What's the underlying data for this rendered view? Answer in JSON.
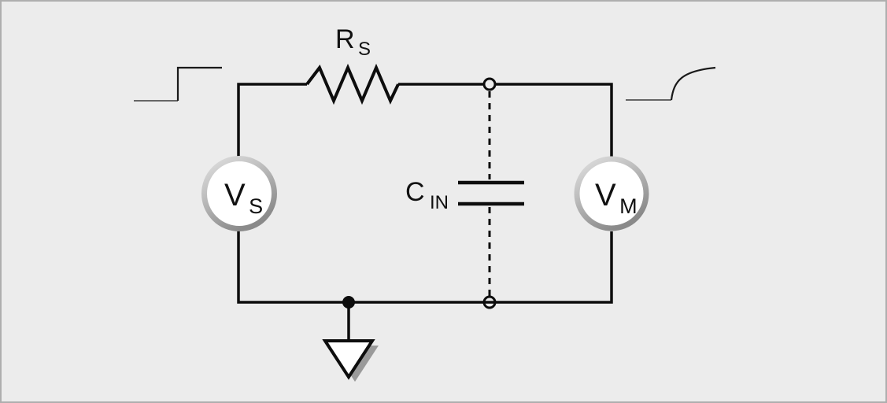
{
  "figure": {
    "type": "circuit-diagram",
    "description_labels": {
      "resistor": {
        "main": "R",
        "sub": "S"
      },
      "capacitor": {
        "main": "C",
        "sub": "IN"
      },
      "source": {
        "main": "V",
        "sub": "S"
      },
      "meter": {
        "main": "V",
        "sub": "M"
      }
    },
    "icons": [
      "step-input-waveform-icon",
      "exponential-output-waveform-icon",
      "ground-icon",
      "probe-node-top-icon",
      "probe-node-bottom-icon",
      "junction-dot-icon"
    ],
    "colors": {
      "background": "#ececec",
      "border": "#aeaeae",
      "line": "#0d0d0d",
      "waveform_low": "#666666",
      "waveform": "#1a1a1a",
      "shadow": "#9a9a9a",
      "component_fill": "#ffffff",
      "ring_light": "#dedede",
      "ring_dark": "#8a8a8a"
    }
  }
}
